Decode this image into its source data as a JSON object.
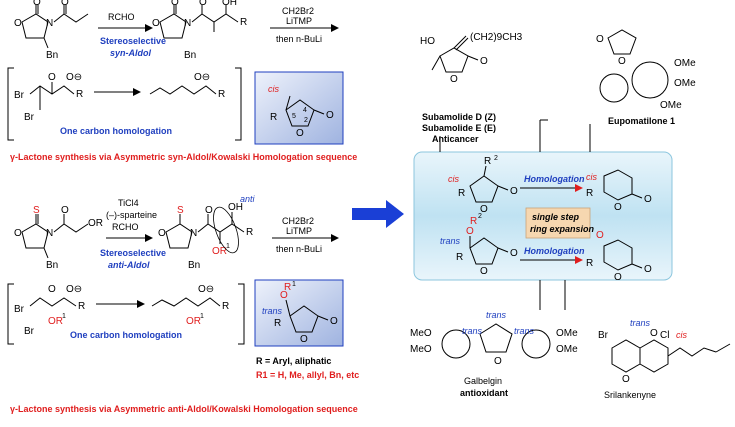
{
  "top_scheme": {
    "reagent1": "RCHO",
    "label1_line1": "Stereoselective",
    "label1_line2": "syn-Aldol",
    "reagent2_line1": "CH2Br2",
    "reagent2_line2": "LiTMP",
    "reagent2_line3": "then n-BuLi",
    "homologation": "One carbon homologation",
    "cis_label": "cis",
    "caption": "γ-Lactone synthesis via Asymmetric syn-Aldol/Kowalski Homologation sequence"
  },
  "bottom_scheme": {
    "reagent1_line1": "TiCl4",
    "reagent1_line2": "(–)-sparteine",
    "reagent1_line3": "RCHO",
    "label1_line1": "Stereoselective",
    "label1_line2": "anti-Aldol",
    "anti_label": "anti",
    "reagent2_line1": "CH2Br2",
    "reagent2_line2": "LiTMP",
    "reagent2_line3": "then n-BuLi",
    "homologation": "One carbon homologation",
    "trans_label": "trans",
    "r_def": "R = Aryl, aliphatic",
    "r1_def": "R1 = H, Me, allyl, Bn, etc",
    "caption": "γ-Lactone synthesis via Asymmetric anti-Aldol/Kowalski Homologation sequence"
  },
  "center_panel": {
    "homologation_top": "Homologation",
    "homologation_bottom": "Homologation",
    "ring_exp_line1": "single step",
    "ring_exp_line2": "ring expansion",
    "cis": "cis",
    "trans": "trans"
  },
  "products": {
    "subamolide_line1": "Subamolide D (Z)",
    "subamolide_line2": "Subamolide E (E)",
    "subamolide_line3": "Anticancer",
    "subamolide_chain": "(CH2)9CH3",
    "eupomatilone": "Eupomatilone 1",
    "galbelgin_line1": "Galbelgin",
    "galbelgin_line2": "antioxidant",
    "srilankenyne": "Srilankenyne",
    "ome": "OMe",
    "meo": "MeO"
  },
  "colors": {
    "accent_blue": "#1f3fbf",
    "accent_red": "#e01e1e",
    "panel_fill": "#cfe7f3",
    "box_fill": "#b9c8e8",
    "arrow_blue": "#1a3fd6",
    "orange_box": "#f6d7b0"
  }
}
